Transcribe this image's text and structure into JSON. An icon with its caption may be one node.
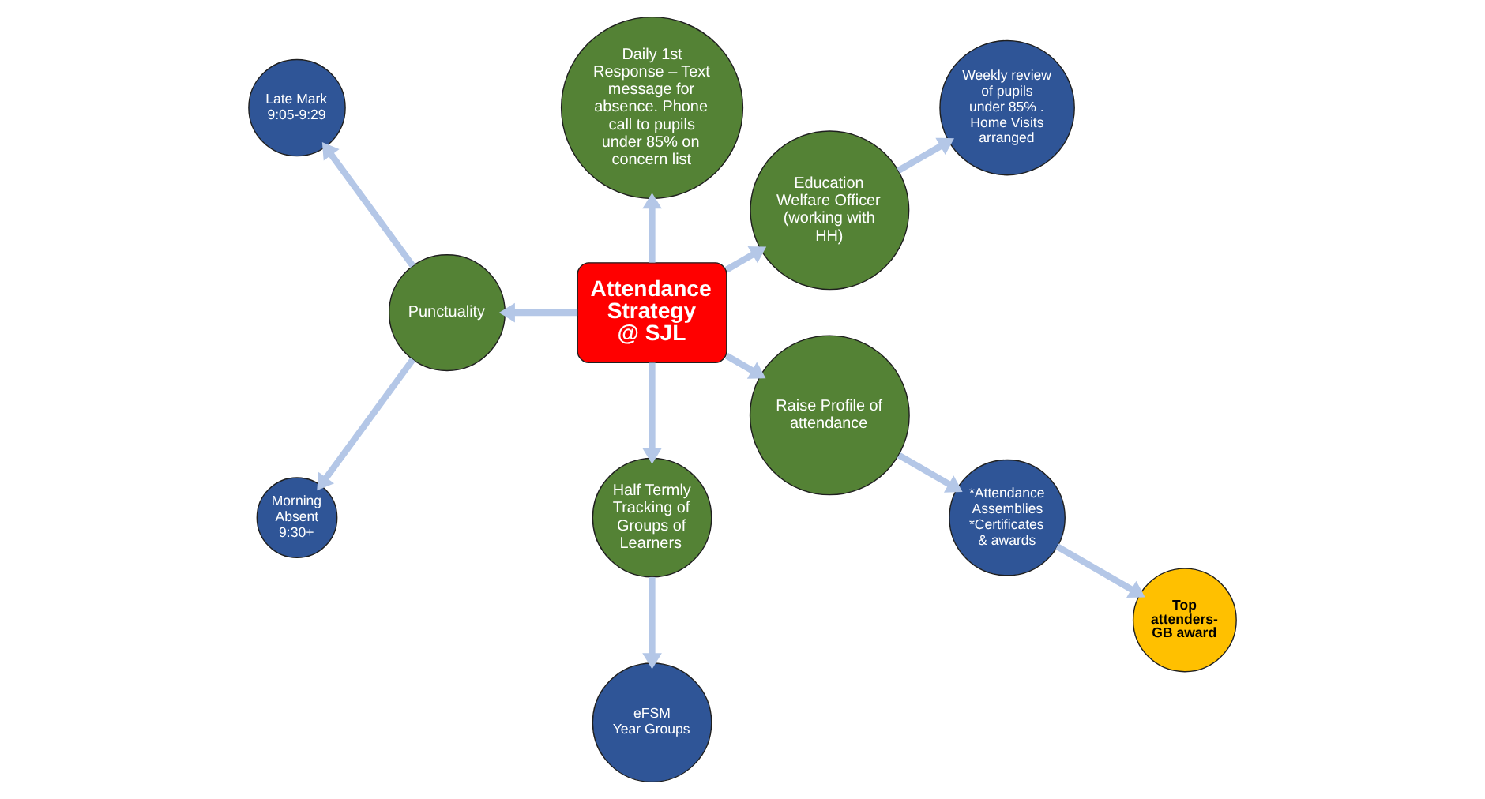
{
  "diagram": {
    "nodes": [
      {
        "text": [
          "Daily 1st Response – Text message for absence. Phone call to pupils under 85% on concern list"
        ]
      },
      {
        "text": [
          "Late Mark",
          "9:05-9:29"
        ]
      },
      {
        "text": [
          "Morning Absent",
          "9:30+"
        ]
      },
      {
        "text": [
          "Punctuality"
        ]
      },
      {
        "text": [
          "Attendance Strategy",
          "@ SJL"
        ]
      },
      {
        "text": [
          "Education Welfare Officer",
          "(working with HH)"
        ]
      },
      {
        "text": [
          "Weekly review of pupils under 85% . Home Visits arranged"
        ]
      },
      {
        "text": [
          "eFSM",
          "Year Groups"
        ]
      },
      {
        "text": [
          "Half Termly Tracking of Groups of Learners"
        ]
      },
      {
        "text": [
          "Raise Profile of attendance"
        ]
      },
      {
        "text": [
          "*Attendance Assemblies",
          "*Certificates & awards"
        ]
      },
      {
        "text": [
          "Top attenders- GB award"
        ]
      }
    ],
    "edges": [
      {
        "from": 4,
        "to": 5,
        "arrow": "to"
      },
      {
        "from": 5,
        "to": 6,
        "arrow": "to"
      },
      {
        "from": 4,
        "to": 0,
        "arrow": "to"
      },
      {
        "from": 4,
        "to": 3,
        "arrow": "to"
      },
      {
        "from": 3,
        "to": 1,
        "arrow": "to"
      },
      {
        "from": 3,
        "to": 2,
        "arrow": "to"
      },
      {
        "from": 4,
        "to": 8,
        "arrow": "to"
      },
      {
        "from": 8,
        "to": 7,
        "arrow": "to"
      },
      {
        "from": 4,
        "to": 9,
        "arrow": "to"
      },
      {
        "from": 9,
        "to": 10,
        "arrow": "to"
      },
      {
        "from": 10,
        "to": 11,
        "arrow": "to"
      }
    ]
  }
}
